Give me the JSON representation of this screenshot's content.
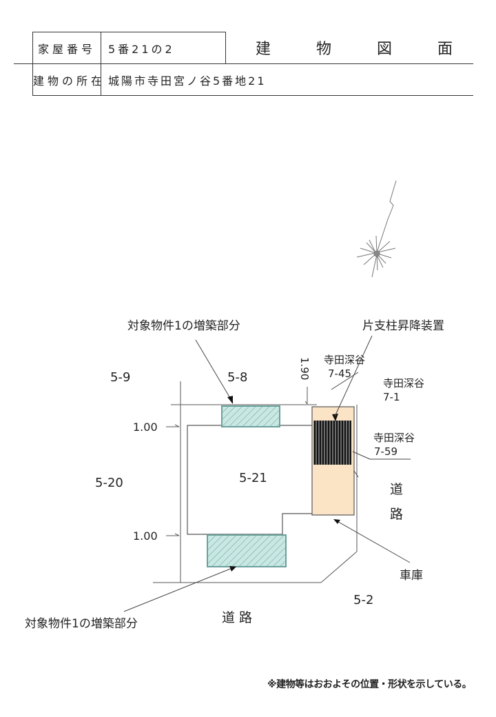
{
  "header": {
    "house_number_label": "家屋番号",
    "house_number_value": "5番21の2",
    "title_chars": [
      "建",
      "物",
      "図",
      "面"
    ],
    "location_label": "建物の所在",
    "location_value": "城陽市寺田宮ノ谷5番地21"
  },
  "parcels": {
    "north": "5-8",
    "northwest": "5-9",
    "west": "5-20",
    "center": "5-21",
    "southeast": "5-2",
    "ne_1_line1": "寺田深谷",
    "ne_1_line2": "7-45",
    "ne_2_line1": "寺田深谷",
    "ne_2_line2": "7-1",
    "ne_3_line1": "寺田深谷",
    "ne_3_line2": "7-59"
  },
  "dimensions": {
    "top_offset": "1.00",
    "bottom_offset": "1.00",
    "vertical": "1.90"
  },
  "roads": {
    "east_char1": "道",
    "east_char2": "路",
    "south": "道 路"
  },
  "callouts": {
    "addition_top": "対象物件1の増築部分",
    "addition_bottom": "対象物件1の増築部分",
    "lift_device": "片支柱昇降装置",
    "garage": "車庫"
  },
  "colors": {
    "addition_fill": "#c9e8e4",
    "addition_stroke": "#6aa09a",
    "garage_fill": "#fbe3c6",
    "lift_fill": "#111111"
  },
  "note": "※建物等はおおよその位置・形状を示している。"
}
